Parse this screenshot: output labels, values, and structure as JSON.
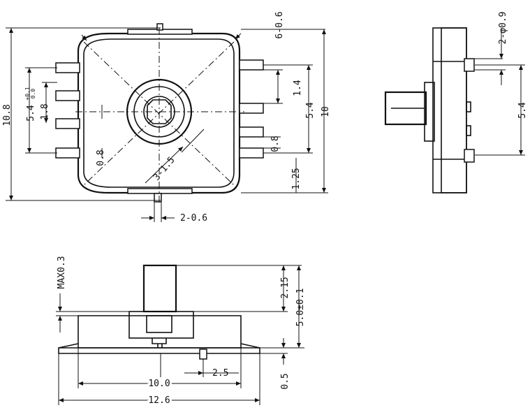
{
  "top_view": {
    "dims": {
      "height_overall": "10.8",
      "pin_pitch_tol": "5.4",
      "tol_upper": "+0.1",
      "tol_lower": "0.0",
      "pin_span": "1.8",
      "pin_width_left": "0.8",
      "pin_count_width": "6-0.6",
      "pin_gap": "1.4",
      "pin_span_right": "5.4",
      "body_height": "10",
      "pin_width_right": "0.8",
      "edge_offset": "1.25",
      "hole_dim": "3-1.5",
      "bottom_tab": "2-0.6"
    }
  },
  "side_view": {
    "dims": {
      "peg_dia": "2-φ0.9",
      "peg_pitch": "5.4"
    }
  },
  "front_view": {
    "dims": {
      "max_gap": "MAX0.3",
      "actuator_height": "2.15",
      "total_height": "5.0±0.1",
      "peg_offset": "2.5",
      "base_thickness": "0.5",
      "body_width": "10.0",
      "overall_width": "12.6"
    }
  }
}
